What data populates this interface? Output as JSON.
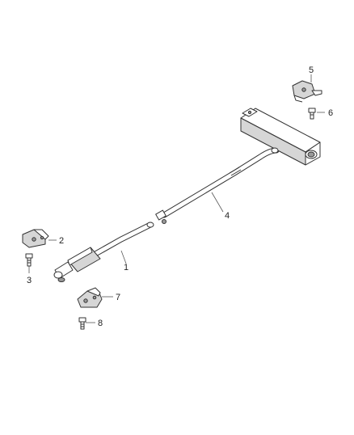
{
  "callouts": [
    {
      "id": "1",
      "label": "1"
    },
    {
      "id": "2",
      "label": "2"
    },
    {
      "id": "3",
      "label": "3"
    },
    {
      "id": "4",
      "label": "4"
    },
    {
      "id": "5",
      "label": "5"
    },
    {
      "id": "6",
      "label": "6"
    },
    {
      "id": "7",
      "label": "7"
    },
    {
      "id": "8",
      "label": "8"
    }
  ],
  "colors": {
    "line": "#333333",
    "shade": "#d6d6d6",
    "background": "#ffffff"
  }
}
